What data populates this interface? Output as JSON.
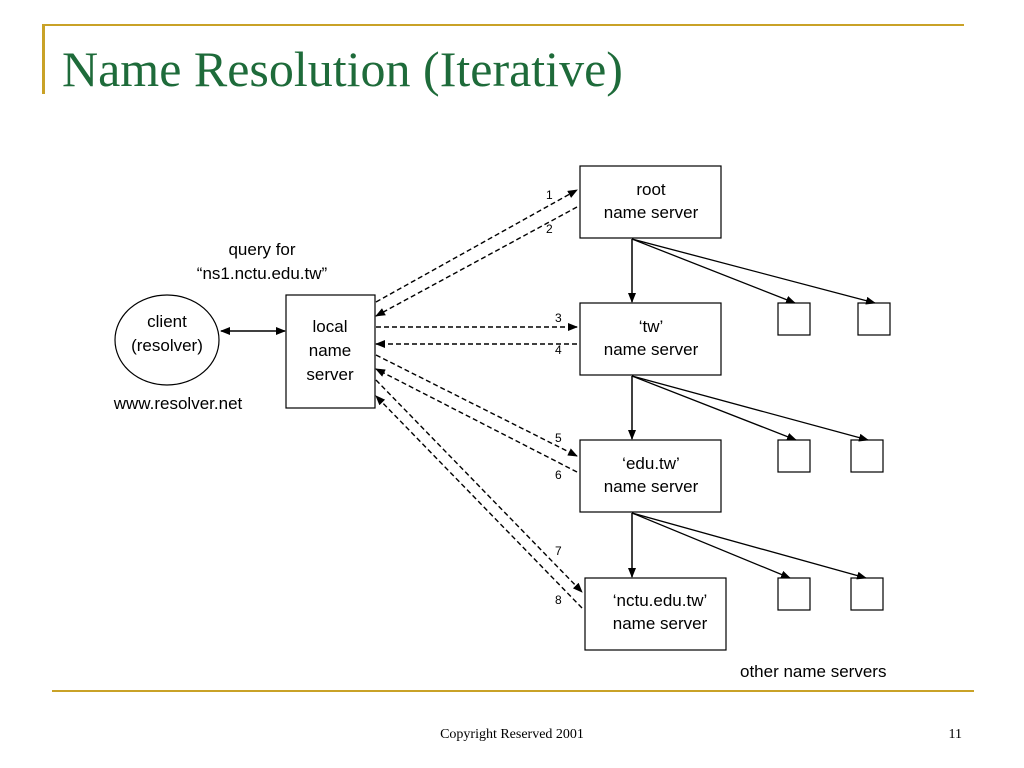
{
  "slide": {
    "title": "Name Resolution (Iterative)",
    "footer": "Copyright Reserved 2001",
    "page_number": "11"
  },
  "diagram": {
    "client": {
      "line1": "client",
      "line2": "(resolver)"
    },
    "client_host": "www.resolver.net",
    "local_server": {
      "line1": "local",
      "line2": "name",
      "line3": "server"
    },
    "query": {
      "line1": "query for",
      "line2": "“ns1.nctu.edu.tw”"
    },
    "servers": [
      {
        "line1": "root",
        "line2": "name server"
      },
      {
        "line1": "‘tw’",
        "line2": "name server"
      },
      {
        "line1": "‘edu.tw’",
        "line2": "name server"
      },
      {
        "line1": "‘nctu.edu.tw’",
        "line2": "name server"
      }
    ],
    "steps": [
      "1",
      "2",
      "3",
      "4",
      "5",
      "6",
      "7",
      "8"
    ],
    "other_servers_label": "other name servers"
  }
}
